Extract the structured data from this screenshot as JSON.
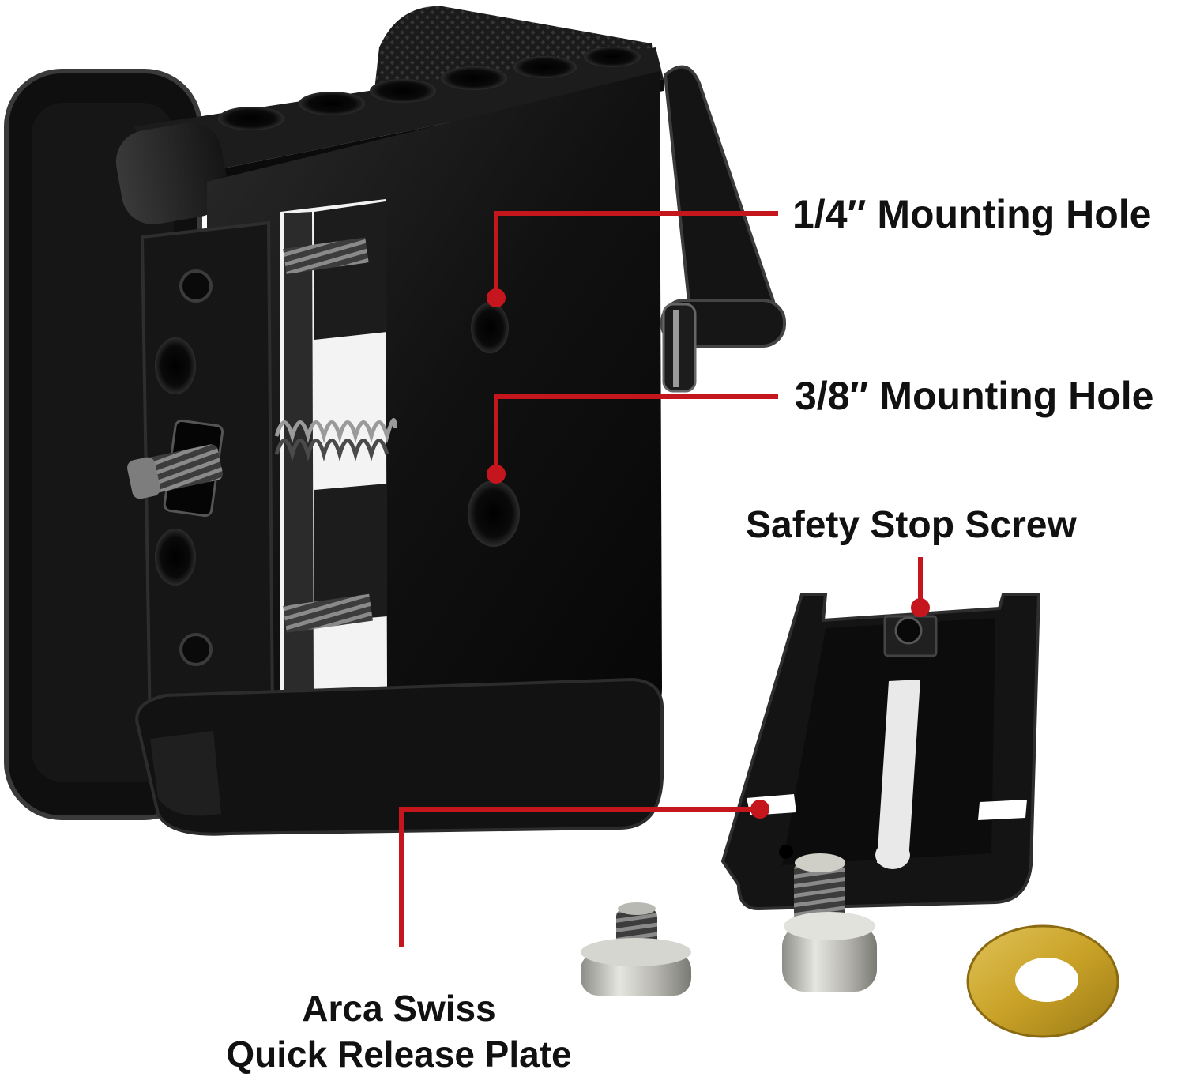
{
  "callouts": {
    "quarter_inch_hole": "1/4″ Mounting Hole",
    "three_eighth_inch_hole": "3/8″ Mounting Hole",
    "safety_stop_screw": "Safety Stop Screw",
    "arca_plate_line1": "Arca Swiss",
    "arca_plate_line2": "Quick Release Plate"
  },
  "colors": {
    "background": "#ffffff",
    "leader_line": "#c4161c",
    "hardware_black": "#141414",
    "washer_brass": "#c9a227",
    "screw_silver": "#c8c8c2"
  },
  "icons": {
    "clamp": "camera-cage-clamp",
    "plate": "arca-swiss-plate",
    "screws": "quarter-inch-d-ring-screw",
    "washer": "brass-washer"
  }
}
